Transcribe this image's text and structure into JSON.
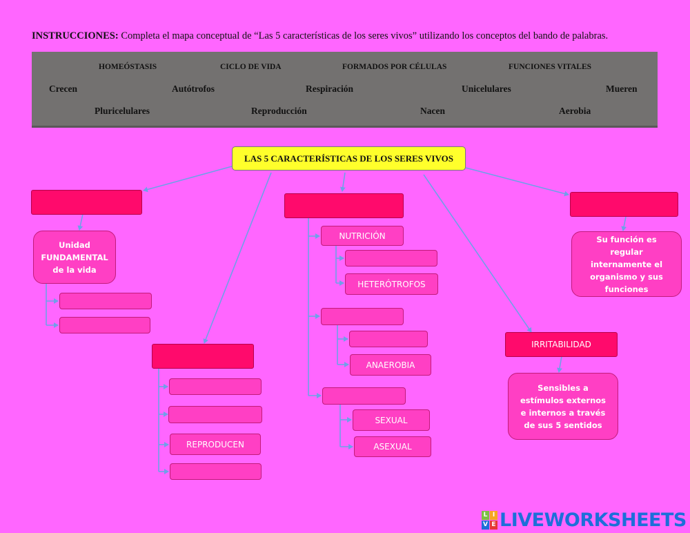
{
  "instructions": {
    "bold": "INSTRUCCIONES:",
    "text": " Completa el mapa conceptual de “Las 5 características de los seres vivos” utilizando los conceptos del bando de palabras."
  },
  "word_bank": {
    "row1": [
      "HOMEÓSTASIS",
      "CICLO DE VIDA",
      "FORMADOS POR CÉLULAS",
      "FUNCIONES VITALES"
    ],
    "row2": [
      "Crecen",
      "Autótrofos",
      "Respiración",
      "Unicelulares",
      "Mueren"
    ],
    "row3": [
      "Pluricelulares",
      "Reproducción",
      "Nacen",
      "Aerobia"
    ]
  },
  "map": {
    "title": "LAS 5 CARACTERÍSTICAS DE LOS SERES VIVOS",
    "cells_desc": "Unidad FUNDAMENTAL de la vida",
    "nutricion": "NUTRICIÓN",
    "heterotrofos": "HETERÓTROFOS",
    "anaerobia": "ANAEROBIA",
    "sexual": "SEXUAL",
    "asexual": "ASEXUAL",
    "reproducen": "REPRODUCEN",
    "irritabilidad": "IRRITABILIDAD",
    "irrit_desc": "Sensibles a estímulos externos e internos a través de sus 5 sentidos",
    "homeo_desc": "Su función es regular internamente el organismo y sus funciones"
  },
  "logo": {
    "letters": [
      "L",
      "I",
      "V",
      "E"
    ],
    "text": "LIVEWORKSHEETS"
  },
  "colors": {
    "background": "#ff66ff",
    "bank": "#737170",
    "red_box": "#ff0a6c",
    "pink_box": "#ff3fc4",
    "title_box": "#ffff2b",
    "connector": "#6fa0e8"
  }
}
